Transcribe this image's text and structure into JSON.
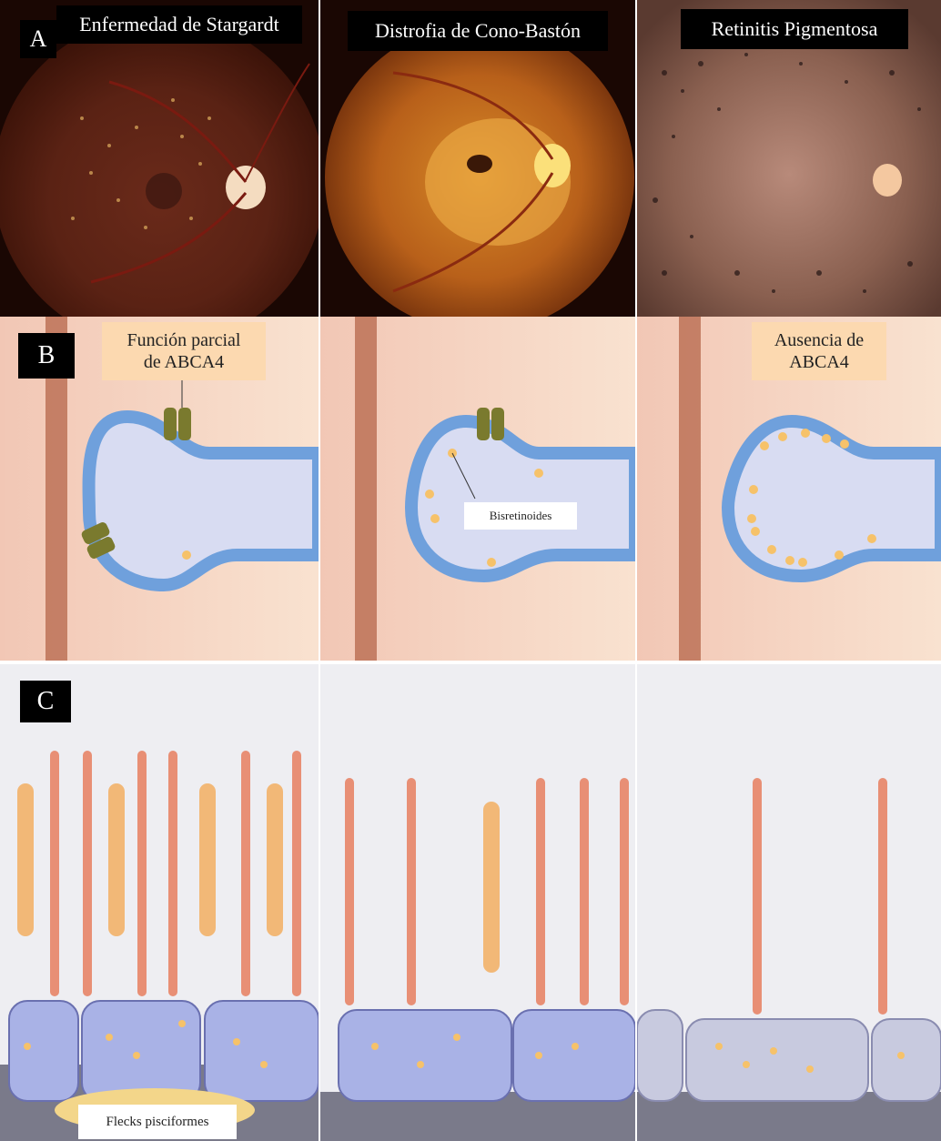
{
  "row_a": {
    "panel_label": "A",
    "titles": [
      "Enfermedad de Stargardt",
      "Distrofia de Cono-Bastón",
      "Retinitis Pigmentosa"
    ]
  },
  "row_b": {
    "panel_label": "B",
    "callout_left_line1": "Función parcial",
    "callout_left_line2": "de ABCA4",
    "callout_right_line1": "Ausencia de",
    "callout_right_line2": "ABCA4",
    "bisretinoids_label": "Bisretinoides"
  },
  "row_c": {
    "panel_label": "C",
    "flecks_label": "Flecks pisciformes"
  },
  "colors": {
    "fundus_dark": "#2a0f08",
    "membrane_blue": "#6fa0dc",
    "transporter": "#7a7a2e",
    "granule": "#f6c26a",
    "photoreceptor_rod": "#e88f75",
    "photoreceptor_cone": "#f2b877",
    "rpe_cell": "#a9b2e6"
  }
}
